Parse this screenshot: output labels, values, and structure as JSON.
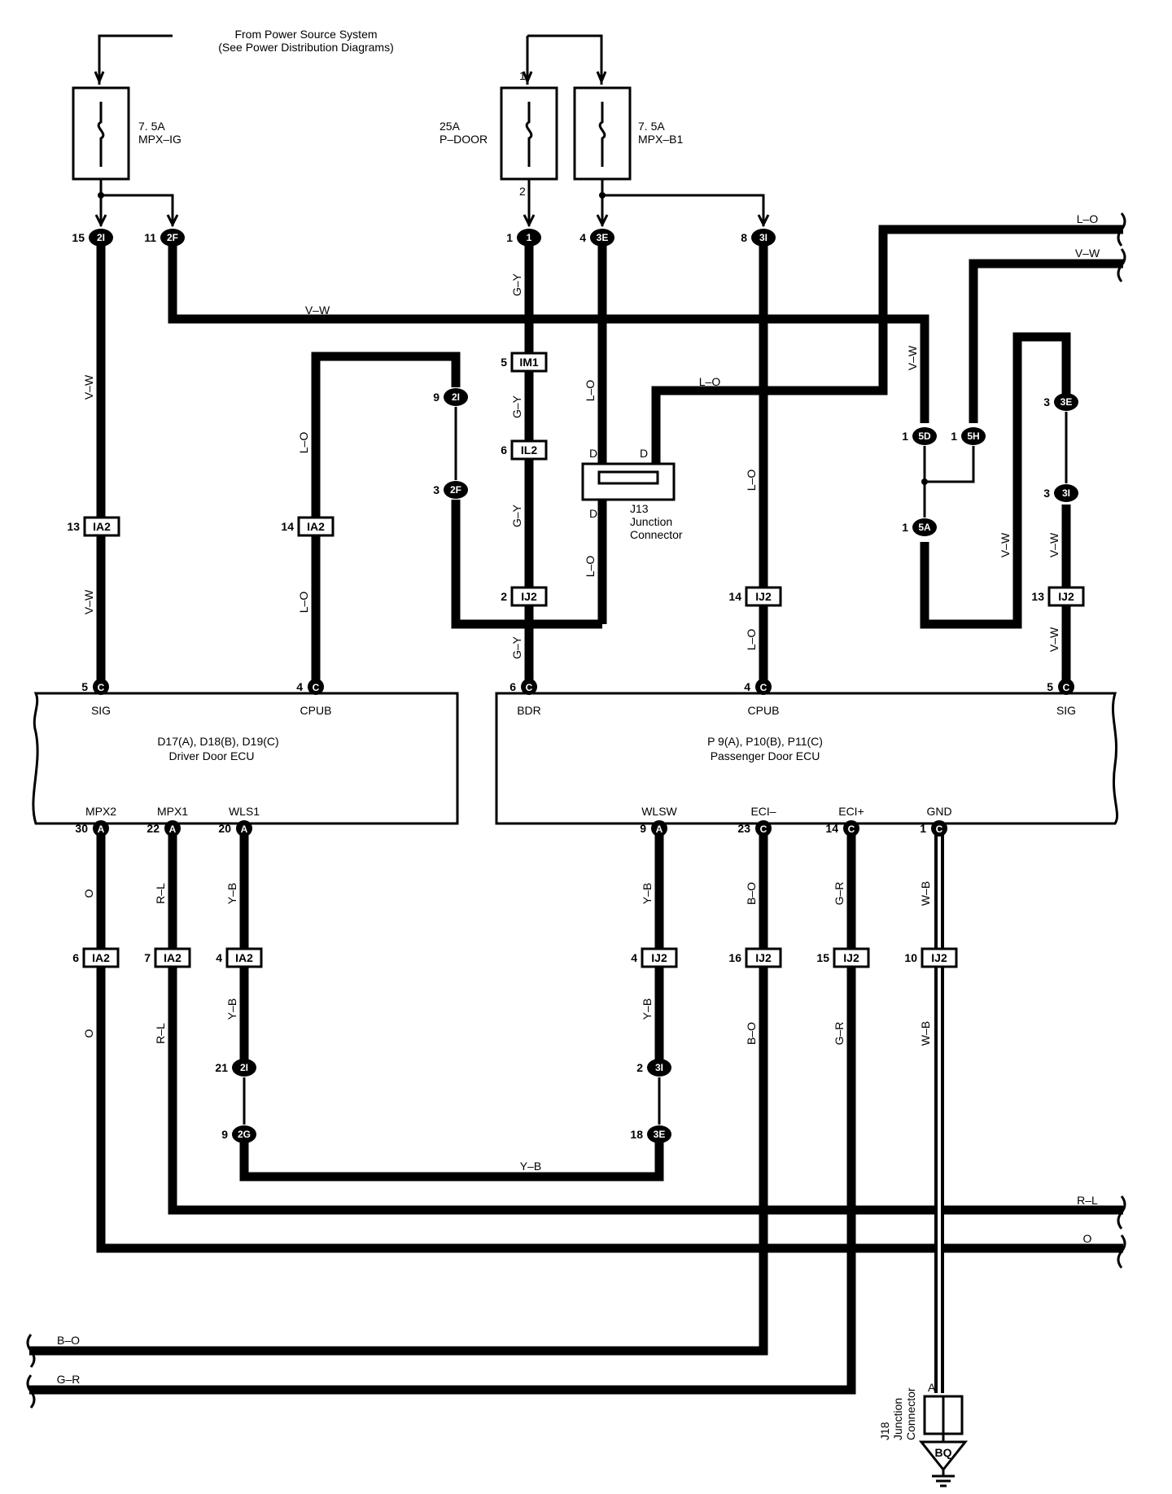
{
  "header": {
    "line1": "From Power Source System",
    "line2": "(See Power Distribution Diagrams)"
  },
  "fuses": {
    "mpx_ig": {
      "amps": "7. 5A",
      "name": "MPX–IG"
    },
    "p_door": {
      "amps": "25A",
      "name": "P–DOOR",
      "pin_in": "1",
      "pin_out": "2"
    },
    "mpx_b1": {
      "amps": "7. 5A",
      "name": "MPX–B1"
    }
  },
  "junction_blocks": {
    "c2I_15": {
      "pin": "15",
      "code": "2I"
    },
    "c2F_11": {
      "pin": "11",
      "code": "2F"
    },
    "c1_1": {
      "pin": "1",
      "code": "1"
    },
    "c3E_4": {
      "pin": "4",
      "code": "3E"
    },
    "c3I_8": {
      "pin": "8",
      "code": "3I"
    },
    "c2I_9": {
      "pin": "9",
      "code": "2I"
    },
    "c2F_3": {
      "pin": "3",
      "code": "2F"
    },
    "c5D_1": {
      "pin": "1",
      "code": "5D"
    },
    "c5H_1": {
      "pin": "1",
      "code": "5H"
    },
    "c5A_1": {
      "pin": "1",
      "code": "5A"
    },
    "c3E_3": {
      "pin": "3",
      "code": "3E"
    },
    "c3I_3": {
      "pin": "3",
      "code": "3I"
    },
    "c2I_21": {
      "pin": "21",
      "code": "2I"
    },
    "c2G_9": {
      "pin": "9",
      "code": "2G"
    },
    "c3I_2": {
      "pin": "2",
      "code": "3I"
    },
    "c3E_18": {
      "pin": "18",
      "code": "3E"
    }
  },
  "inline_connectors": {
    "ia2_13": {
      "pin": "13",
      "code": "IA2"
    },
    "ia2_14": {
      "pin": "14",
      "code": "IA2"
    },
    "im1_5": {
      "pin": "5",
      "code": "IM1"
    },
    "il2_6": {
      "pin": "6",
      "code": "IL2"
    },
    "ij2_2": {
      "pin": "2",
      "code": "IJ2"
    },
    "ij2_14": {
      "pin": "14",
      "code": "IJ2"
    },
    "ij2_13": {
      "pin": "13",
      "code": "IJ2"
    },
    "ia2_6": {
      "pin": "6",
      "code": "IA2"
    },
    "ia2_7": {
      "pin": "7",
      "code": "IA2"
    },
    "ia2_4": {
      "pin": "4",
      "code": "IA2"
    },
    "ij2_4": {
      "pin": "4",
      "code": "IJ2"
    },
    "ij2_16": {
      "pin": "16",
      "code": "IJ2"
    },
    "ij2_15": {
      "pin": "15",
      "code": "IJ2"
    },
    "ij2_10": {
      "pin": "10",
      "code": "IJ2"
    }
  },
  "j13": {
    "line1": "J13",
    "line2": "Junction",
    "line3": "Connector",
    "pin": "D"
  },
  "j18": {
    "line1": "J18",
    "line2": "Junction",
    "line3": "Connector",
    "pin": "A"
  },
  "ground": {
    "code": "BQ"
  },
  "driver_ecu": {
    "title1": "D17(A), D18(B), D19(C)",
    "title2": "Driver Door ECU",
    "top_pins": [
      {
        "num": "5",
        "conn": "C",
        "name": "SIG"
      },
      {
        "num": "4",
        "conn": "C",
        "name": "CPUB"
      }
    ],
    "bottom_pins": [
      {
        "num": "30",
        "conn": "A",
        "name": "MPX2"
      },
      {
        "num": "22",
        "conn": "A",
        "name": "MPX1"
      },
      {
        "num": "20",
        "conn": "A",
        "name": "WLS1"
      }
    ]
  },
  "passenger_ecu": {
    "title1": "P 9(A), P10(B), P11(C)",
    "title2": "Passenger Door ECU",
    "top_pins": [
      {
        "num": "6",
        "conn": "C",
        "name": "BDR"
      },
      {
        "num": "4",
        "conn": "C",
        "name": "CPUB"
      },
      {
        "num": "5",
        "conn": "C",
        "name": "SIG"
      }
    ],
    "bottom_pins": [
      {
        "num": "9",
        "conn": "A",
        "name": "WLSW"
      },
      {
        "num": "23",
        "conn": "C",
        "name": "ECI–"
      },
      {
        "num": "14",
        "conn": "C",
        "name": "ECI+"
      },
      {
        "num": "1",
        "conn": "C",
        "name": "GND"
      }
    ]
  },
  "wire_colors": {
    "vw": "V–W",
    "lo": "L–O",
    "gy": "G–Y",
    "o": "O",
    "rl": "R–L",
    "yb": "Y–B",
    "bo": "B–O",
    "gr": "G–R",
    "wb": "W–B"
  }
}
